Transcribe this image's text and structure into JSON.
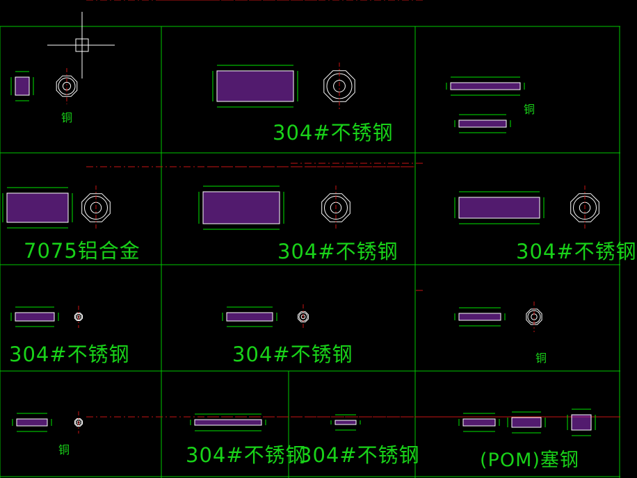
{
  "viewport": {
    "background": "#000000",
    "grid_color": "#00c800",
    "centerline_color": "#c81414",
    "dimension_color": "#00e600",
    "outline_color": "#ffffff",
    "hatch_color": "#9632c8",
    "label_color": "#19d219"
  },
  "cursor": {
    "icon": "crosshair-cursor"
  },
  "labels": {
    "cell_r1c1": "铜",
    "cell_r1c2": "304#不锈钢",
    "cell_r1c3": "铜",
    "cell_r2c1": "7075铝合金",
    "cell_r2c2": "304#不锈钢",
    "cell_r2c3": "304#不锈钢",
    "cell_r3c1": "304#不锈钢",
    "cell_r3c2": "304#不锈钢",
    "cell_r3c3": "铜",
    "cell_r4c1": "铜",
    "cell_r4c2": "304#不锈钢",
    "cell_r4c3": "304#不锈钢",
    "cell_r4c4": "(POM)塞钢"
  }
}
